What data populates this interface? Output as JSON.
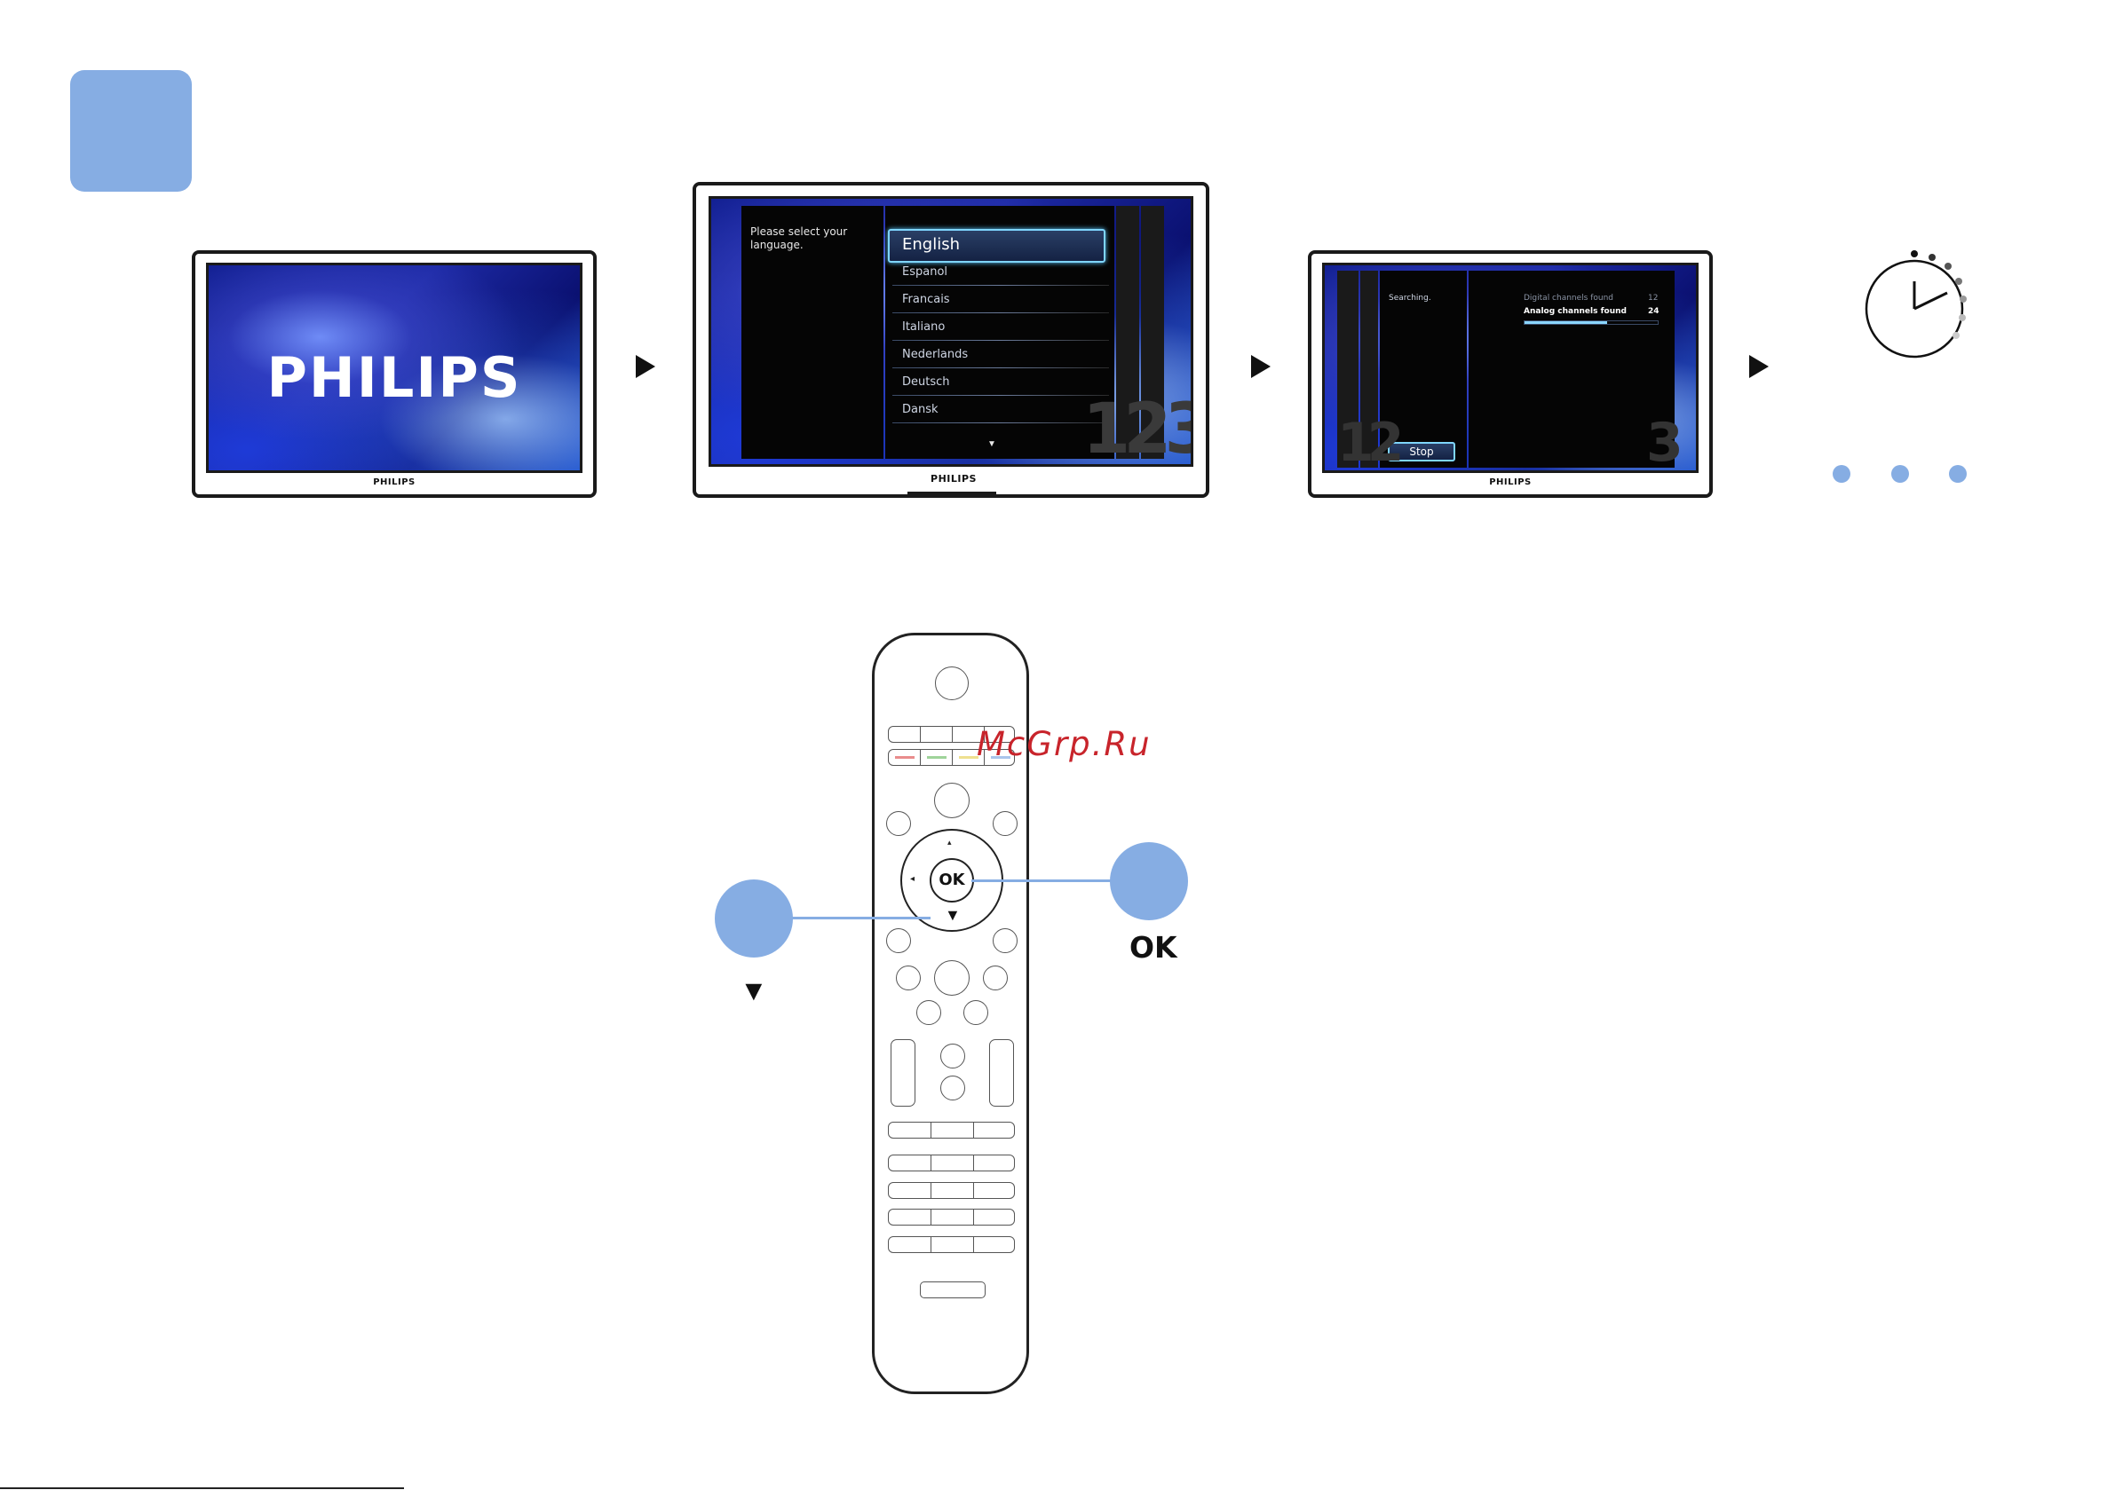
{
  "step": {
    "badge": ""
  },
  "tv1": {
    "logo_text": "PHILIPS",
    "brand": "PHILIPS"
  },
  "tv2": {
    "prompt": "Please select your language.",
    "languages": [
      "English",
      "Espanol",
      "Francais",
      "Italiano",
      "Nederlands",
      "Deutsch",
      "Dansk"
    ],
    "selected": "English",
    "scroll_indicator": "▼",
    "corner_numbers": "123",
    "brand": "PHILIPS"
  },
  "tv3": {
    "status": "Searching.",
    "digital_label": "Digital channels found",
    "digital_count": "12",
    "analog_label": "Analog channels found",
    "analog_count": "24",
    "progress": 0.62,
    "stop_label": "Stop",
    "left_number": "12",
    "right_number": "3",
    "brand": "PHILIPS"
  },
  "arrows": [
    "▶",
    "▶",
    "▶"
  ],
  "wait": {
    "icon": "clock-icon",
    "dots": 3
  },
  "remote": {
    "ok_label": "OK",
    "down_symbol": "▼",
    "left_symbol": "◂",
    "up_symbol": "▴",
    "color_keys": [
      "#e98c8c",
      "#9fd49a",
      "#efe08f",
      "#a9c5ec"
    ]
  },
  "callouts": {
    "down": {
      "label": "▼"
    },
    "ok": {
      "label": "OK"
    }
  },
  "watermark": "McGrp.Ru",
  "colors": {
    "accent": "#86ade3",
    "highlight": "#7fd6ff"
  }
}
